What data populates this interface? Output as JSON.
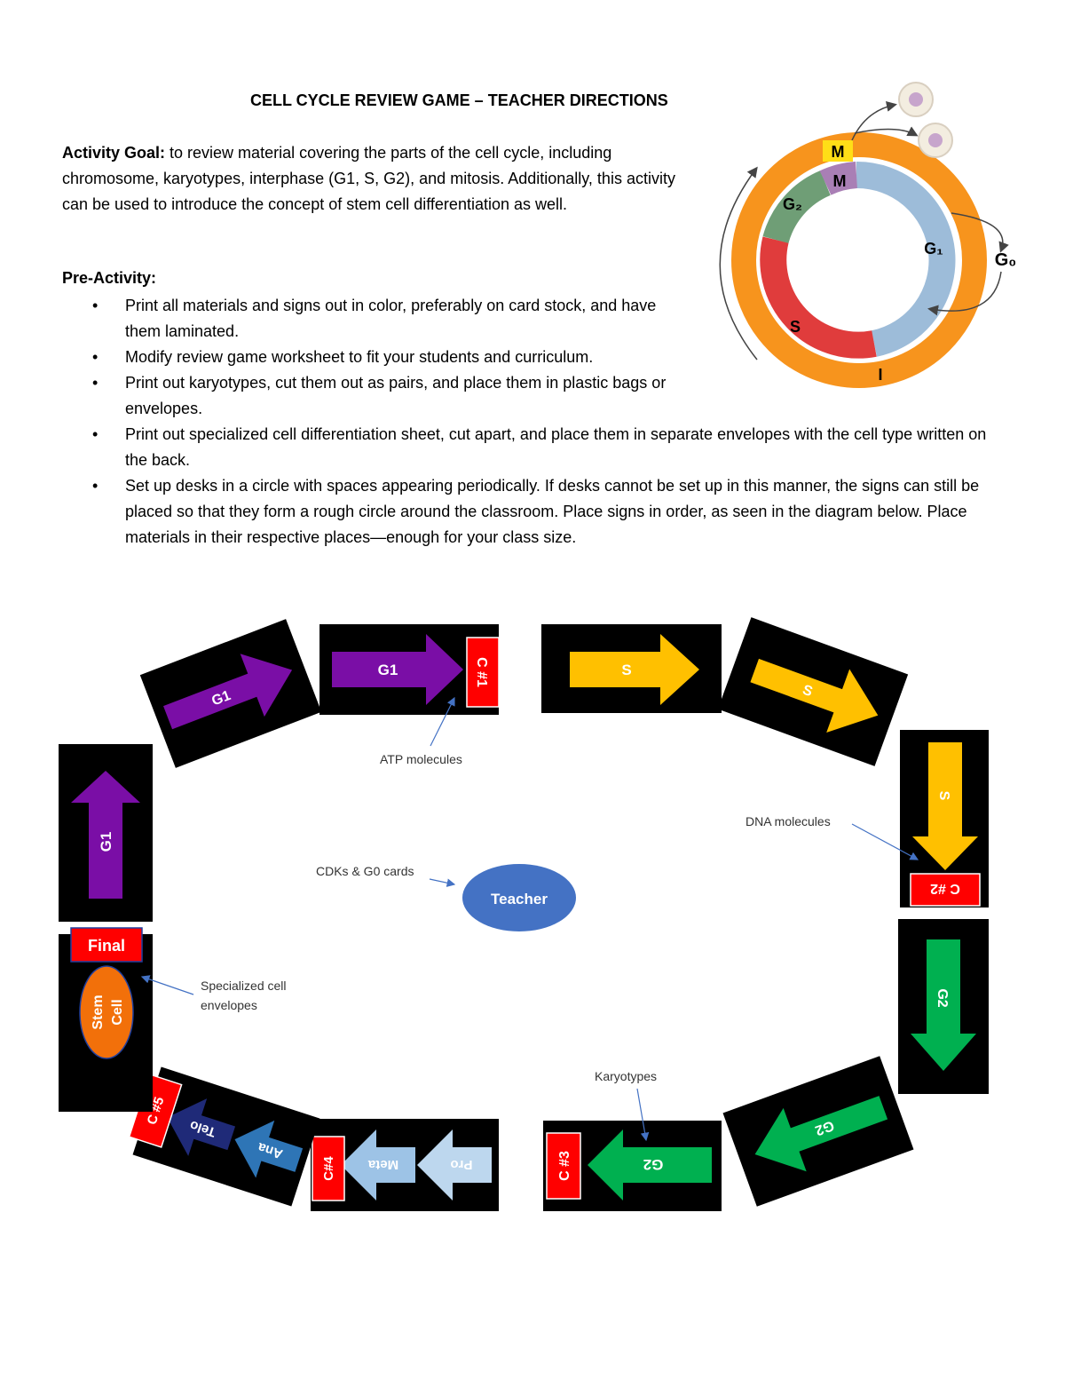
{
  "title": "CELL CYCLE REVIEW GAME – TEACHER DIRECTIONS",
  "goal": {
    "label": "Activity Goal:",
    "text": " to review material covering the parts of the cell cycle, including chromosome, karyotypes, interphase (G1, S, G2), and mitosis. Additionally, this activity can be used to introduce the concept of stem cell differentiation as well."
  },
  "pre_activity": {
    "heading": "Pre-Activity:",
    "items": [
      "Print all materials and signs out in color, preferably on card stock, and have them laminated.",
      "Modify review game worksheet to fit your students and curriculum.",
      "Print out karyotypes, cut them out as pairs, and place them in plastic bags or envelopes.",
      "Print out specialized cell differentiation sheet, cut apart, and place them in separate envelopes with the cell type written on the back.",
      "Set up desks in a circle with spaces appearing periodically. If desks cannot be set up in this manner, the signs can still be placed so that they form a rough circle around the classroom. Place signs in order, as seen in the diagram below. Place materials in their respective places—enough for your class size."
    ]
  },
  "cycle_figure": {
    "labels": {
      "m_outer": "M",
      "m_inner": "M",
      "g2": "G₂",
      "g1": "G₁",
      "s": "S",
      "i": "I",
      "g0": "G₀"
    },
    "colors": {
      "outer": "#f7941d",
      "g1": "#9dbcd9",
      "s": "#e03c3c",
      "g2": "#6f9e76",
      "m_inner": "#a97fb5",
      "m_outer": "#ffde17",
      "cell": "#c7a5cc"
    }
  },
  "signs": {
    "g1_left": "G1",
    "g1_upper": "G1",
    "g1_top": "G1",
    "c1": "C #1",
    "s_top": "S",
    "s_upper": "S",
    "s_right": "S",
    "c2": "C #2",
    "g2_right": "G2",
    "g2_lower": "G2",
    "g2_bottom": "G2",
    "c3": "C #3",
    "pro": "Pro",
    "meta": "Meta",
    "c4": "C#4",
    "ana": "Ana",
    "telo": "Telo",
    "c5": "C #5",
    "final": "Final",
    "stem_line1": "Stem",
    "stem_line2": "Cell",
    "teacher": "Teacher"
  },
  "annotations": {
    "atp": "ATP molecules",
    "dna": "DNA molecules",
    "cdks": "CDKs & G0 cards",
    "specialized_1": "Specialized cell",
    "specialized_2": "envelopes",
    "karyotypes": "Karyotypes"
  },
  "colors": {
    "g1": "#7a0ea6",
    "s": "#ffc000",
    "g2": "#00b050",
    "red": "#ff0000",
    "pro": "#bdd7ee",
    "meta": "#9dc3e6",
    "ana": "#2e75b6",
    "telo": "#1f2a78",
    "stem": "#f2700a",
    "teacher": "#4472c4",
    "annot_arrow": "#4472c4"
  }
}
